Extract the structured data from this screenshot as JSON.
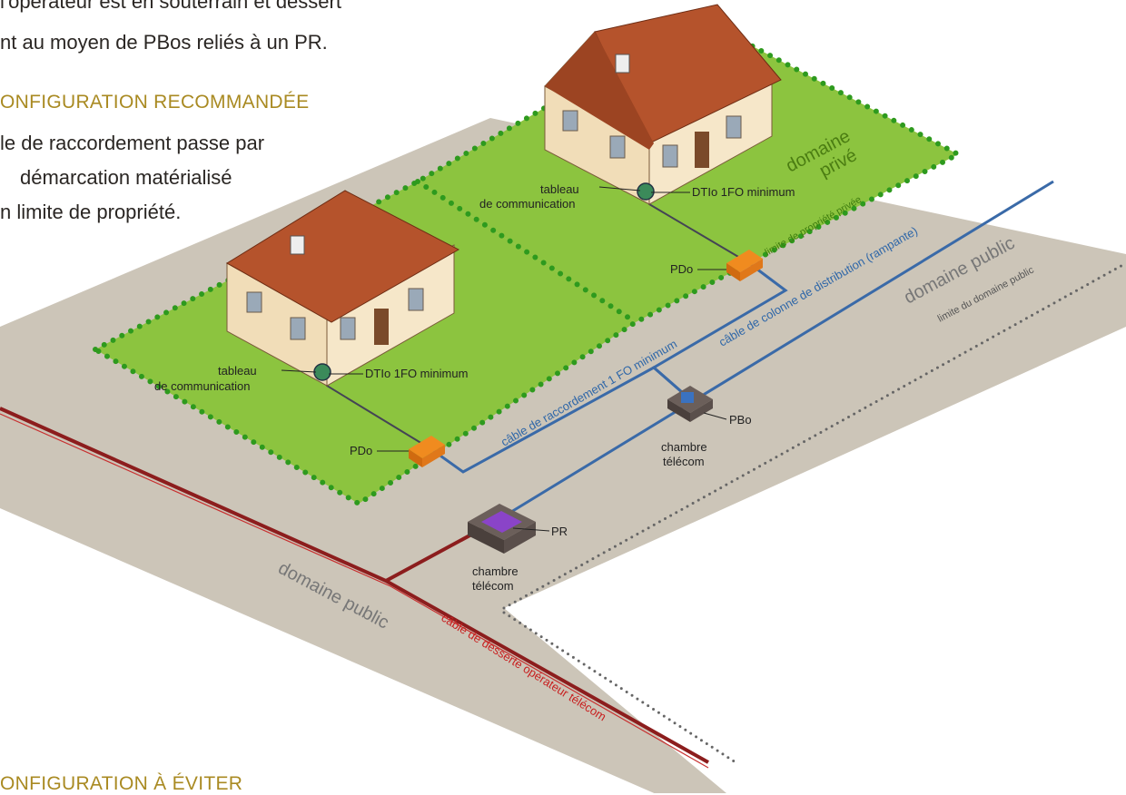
{
  "text_block": {
    "line_1": "l'opérateur est en souterrain et dessert",
    "line_2": "nt au moyen de PBos reliés à un PR.",
    "heading_recommended": "ONFIGURATION RECOMMANDÉE",
    "para_line_1": "le de raccordement passe par",
    "para_line_2": "démarcation matérialisé",
    "para_line_3": "n limite de propriété.",
    "heading_avoid": "ONFIGURATION À ÉVITER"
  },
  "diagram": {
    "domaine_prive": [
      "domaine",
      "privé"
    ],
    "limite_propriete_privee": "limite de propriété privée",
    "cable_colonne": "câble de colonne de distribution (rampante)",
    "cable_raccordement": "câble de raccordement 1 FO minimum",
    "domaine_public_right": "domaine public",
    "limite_domaine_public": "limite du domaine public",
    "domaine_public_left": "domaine public",
    "cable_desserte": "câble de desserte opérateur télécom",
    "house_right": {
      "tableau": [
        "tableau",
        "de communication"
      ],
      "dtio": "DTIo 1FO minimum",
      "pdo": "PDo"
    },
    "house_left": {
      "tableau": [
        "tableau",
        "de communication"
      ],
      "dtio": "DTIo 1FO minimum",
      "pdo": "PDo"
    },
    "pbo": "PBo",
    "chambre_right": [
      "chambre",
      "télécom"
    ],
    "pr": "PR",
    "chambre_left": [
      "chambre",
      "télécom"
    ]
  },
  "colors": {
    "grass": "#8cc43f",
    "dots": "#2e9a1e",
    "ground": "#ccc5b8",
    "wall": "#f6e7c9",
    "roof": "#b5532c",
    "cable_blue": "#3a6aa8",
    "cable_red": "#8c1d1d",
    "heading": "#a98a22"
  }
}
